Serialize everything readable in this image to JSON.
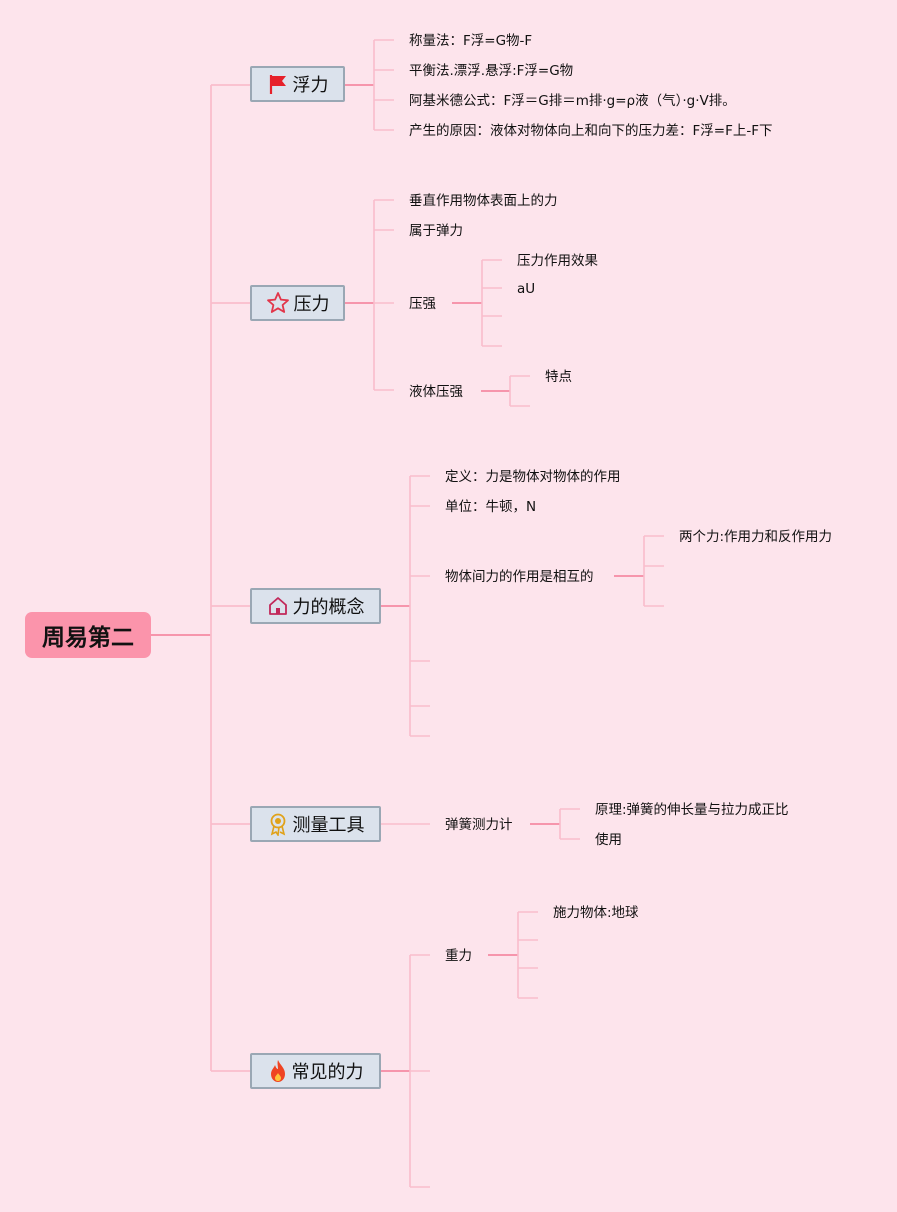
{
  "root": {
    "label": "周易第二"
  },
  "branches": {
    "buoyancy": {
      "label": "浮力",
      "icon": "red-flag-icon",
      "items": [
        "称量法：F浮=G物-F",
        "平衡法.漂浮.悬浮:F浮=G物",
        "阿基米德公式：F浮＝G排＝m排·g=ρ液（气）·g·V排。",
        "产生的原因：液体对物体向上和向下的压力差：F浮=F上-F下"
      ]
    },
    "pressure": {
      "label": "压力",
      "icon": "star-icon",
      "items": [
        "垂直作用物体表面上的力",
        "属于弹力"
      ],
      "intensity": {
        "label": "压强",
        "children": [
          "压力作用效果",
          "aU"
        ]
      },
      "liquid": {
        "label": "液体压强",
        "children": [
          "特点"
        ]
      }
    },
    "concept": {
      "label": "力的概念",
      "icon": "home-icon",
      "items": [
        "定义：力是物体对物体的作用",
        "单位：牛顿，N"
      ],
      "mutual": {
        "label": "物体间力的作用是相互的",
        "children": [
          "两个力:作用力和反作用力"
        ]
      }
    },
    "tools": {
      "label": "测量工具",
      "icon": "award-ribbon-icon",
      "spring": {
        "label": "弹簧测力计",
        "children": [
          "原理:弹簧的伸长量与拉力成正比",
          "使用"
        ]
      }
    },
    "common": {
      "label": "常见的力",
      "icon": "fire-icon",
      "gravity": {
        "label": "重力",
        "children": [
          "施力物体:地球"
        ]
      }
    }
  },
  "colors": {
    "background": "#fde4ec",
    "root_fill": "#fb94ab",
    "branch_fill": "#dbe2ec",
    "connector_light": "#f9bdcc",
    "connector_dark": "#f48aa3"
  }
}
